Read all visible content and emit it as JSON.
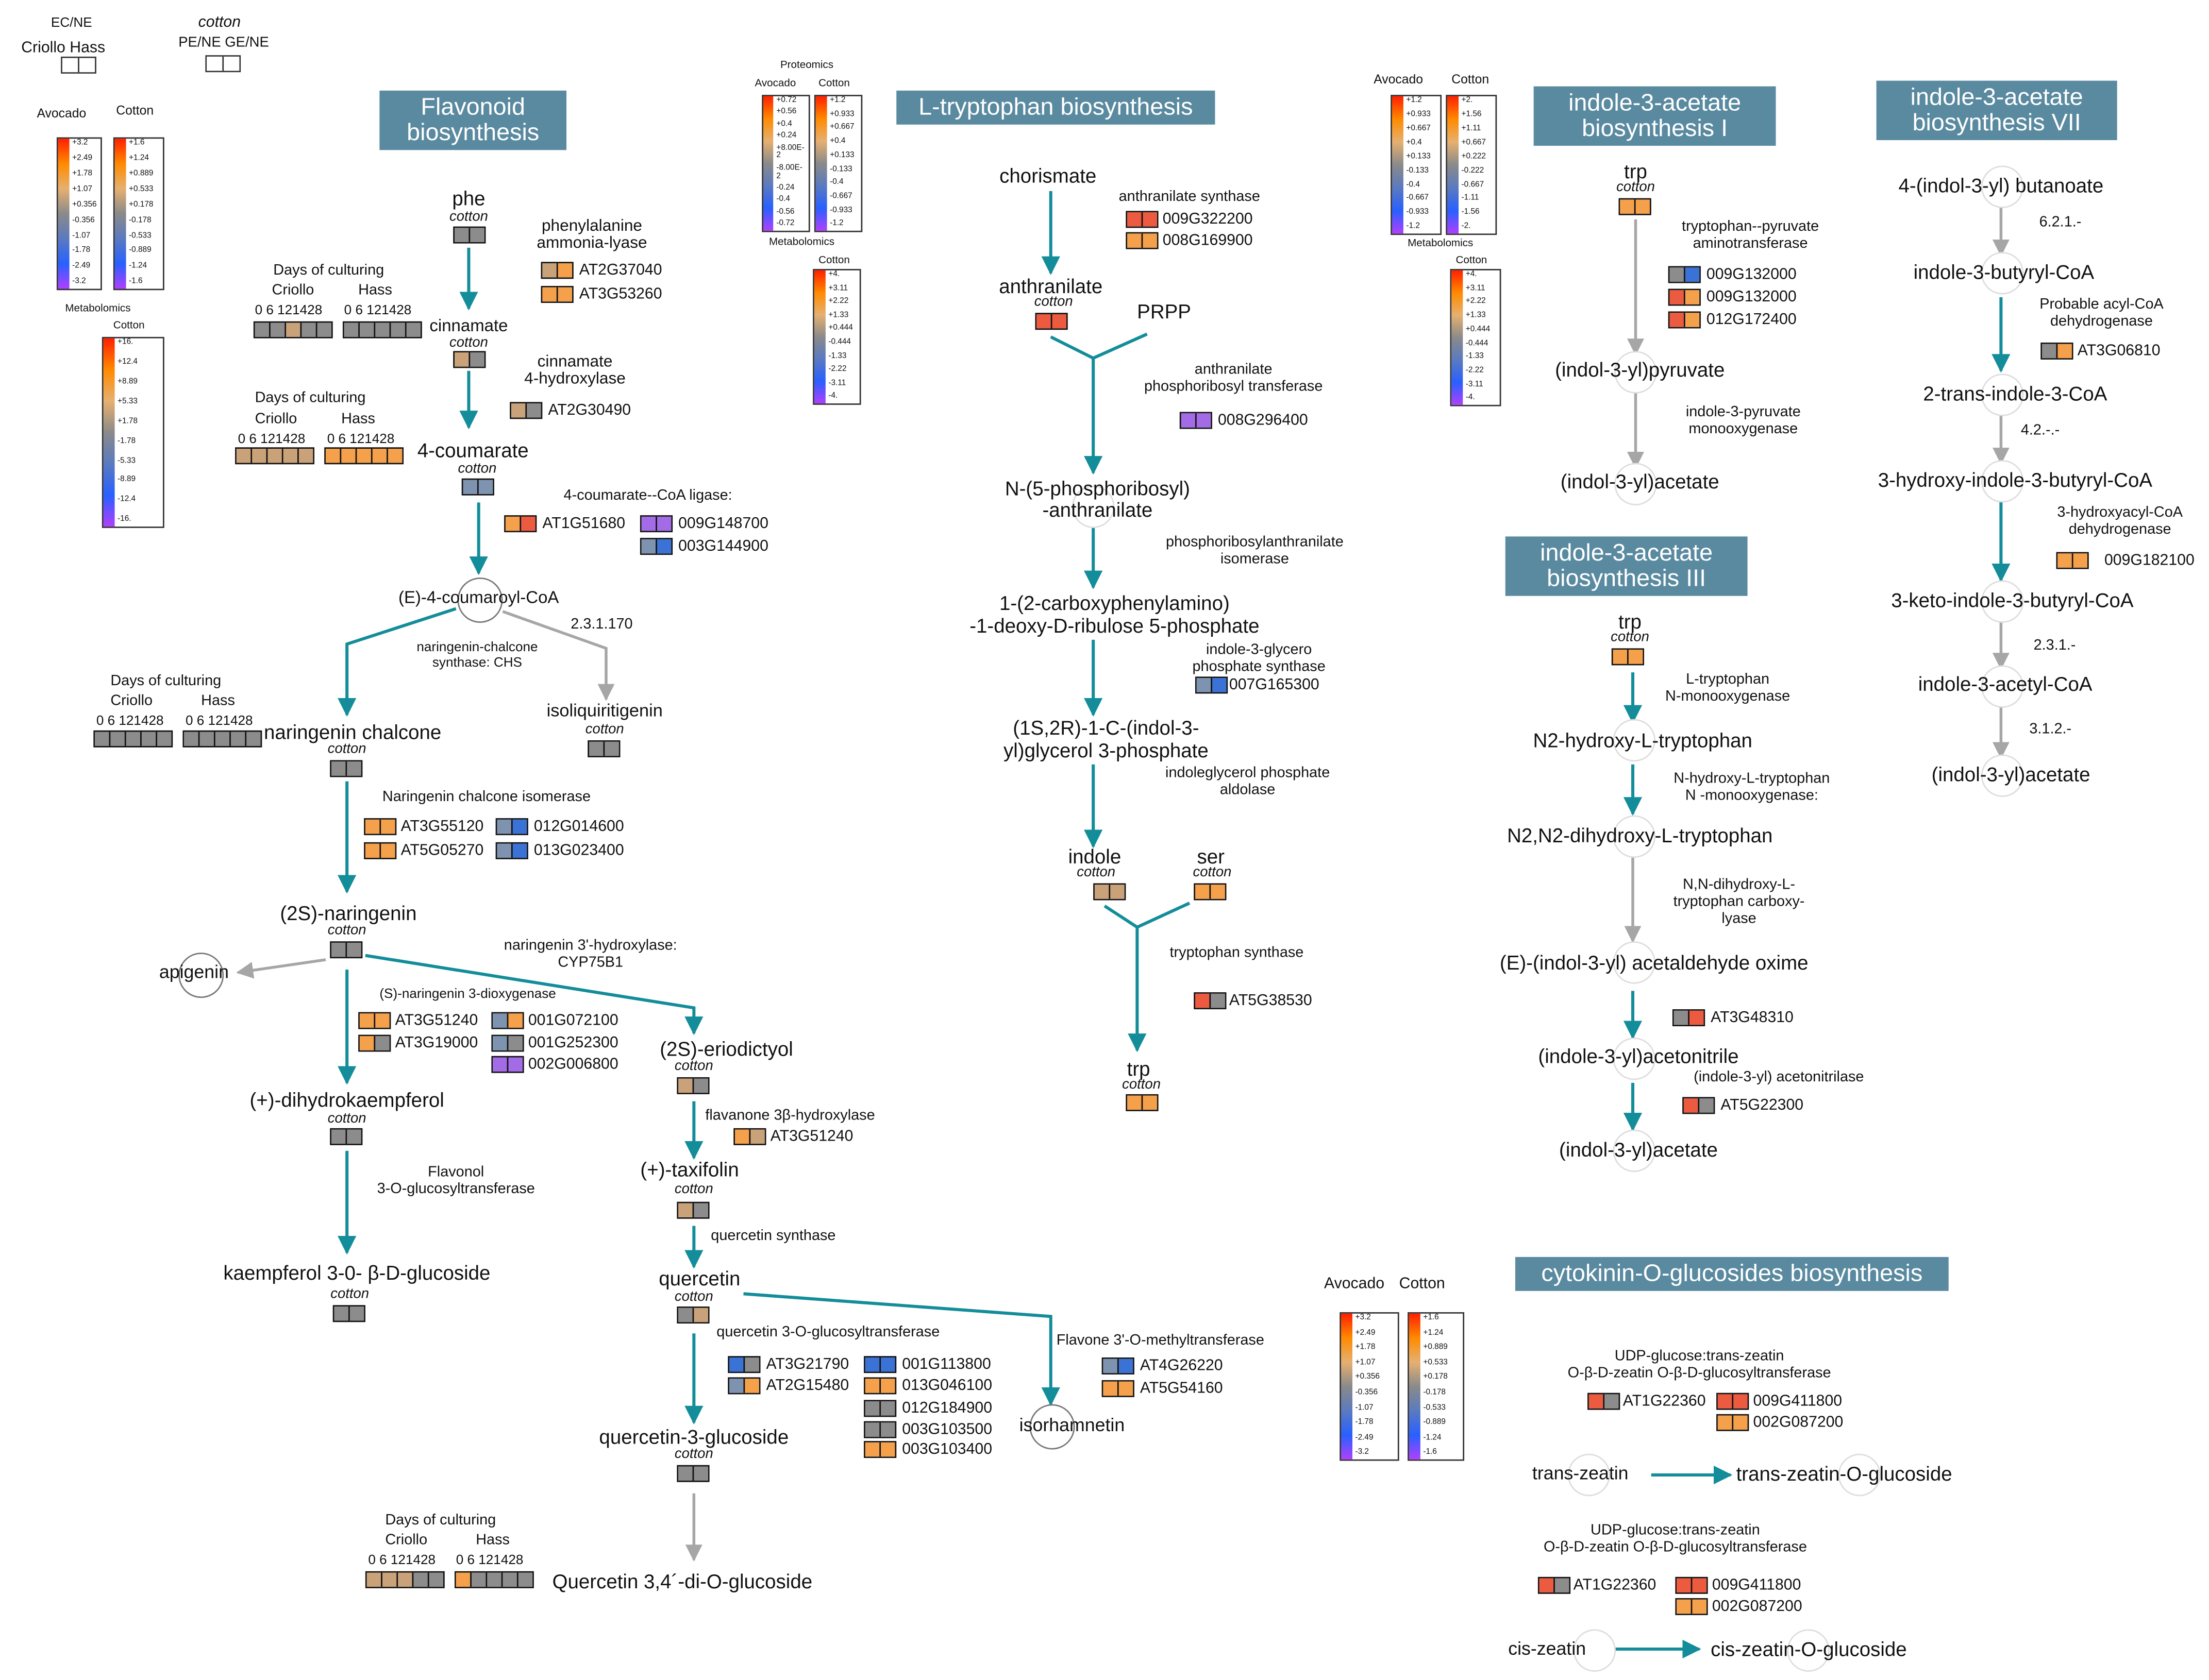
{
  "colors": {
    "arrow_teal": "#138d9a",
    "arrow_gray": "#a6a6a6",
    "title_box": "#5a8aa0",
    "hm_gray": "#8c8c8c",
    "hm_orange": "#f5a04a",
    "hm_tan": "#c9a27a",
    "hm_red": "#ec5a40",
    "hm_blue": "#3a72d6",
    "hm_steel": "#7e93b0",
    "hm_purple": "#a36be6",
    "hm_gray_light": "#b5b5b5"
  },
  "header": {
    "ecne": "EC/NE",
    "criollo_hass": "Criollo  Hass",
    "cotton": "cotton",
    "pene_gene": "PE/NE  GE/NE"
  },
  "legends": {
    "avocado": "Avocado",
    "cotton": "Cotton",
    "metabolomics": "Metabolomics",
    "proteomics": "Proteomics",
    "expr_avocado_values": [
      "+3.2",
      "+2.49",
      "+1.78",
      "+1.07",
      "+0.356",
      "-0.356",
      "-1.07",
      "-1.78",
      "-2.49",
      "-3.2"
    ],
    "expr_cotton_values": [
      "+1.6",
      "+1.24",
      "+0.889",
      "+0.533",
      "+0.178",
      "-0.178",
      "-0.533",
      "-0.889",
      "-1.24",
      "-1.6"
    ],
    "metab_values": [
      "+16.",
      "+12.4",
      "+8.89",
      "+5.33",
      "+1.78",
      "-1.78",
      "-5.33",
      "-8.89",
      "-12.4",
      "-16."
    ],
    "prot_avocado_values": [
      "+0.72",
      "+0.56",
      "+0.4",
      "+0.24",
      "+8.00E-2",
      "-8.00E-2",
      "-0.24",
      "-0.4",
      "-0.56",
      "-0.72"
    ],
    "prot_cotton_values": [
      "+1.2",
      "+0.933",
      "+0.667",
      "+0.4",
      "+0.133",
      "-0.133",
      "-0.4",
      "-0.667",
      "-0.933",
      "-1.2"
    ],
    "prot_metab_values": [
      "+4.",
      "+3.11",
      "+2.22",
      "+1.33",
      "+0.444",
      "-0.444",
      "-1.33",
      "-2.22",
      "-3.11",
      "-4."
    ],
    "ind_avocado_values": [
      "+1.2",
      "+0.933",
      "+0.667",
      "+0.4",
      "+0.133",
      "-0.133",
      "-0.4",
      "-0.667",
      "-0.933",
      "-1.2"
    ],
    "ind_cotton_values": [
      "+2.",
      "+1.56",
      "+1.11",
      "+0.667",
      "+0.222",
      "-0.222",
      "-0.667",
      "-1.11",
      "-1.56",
      "-2."
    ],
    "ind_metab_values": [
      "+4.",
      "+3.11",
      "+2.22",
      "+1.33",
      "+0.444",
      "-0.444",
      "-1.33",
      "-2.22",
      "-3.11",
      "-4."
    ]
  },
  "days_labels": {
    "line1": "Days of  culturing",
    "criollo": "Criollo",
    "hass": "Hass",
    "days": "0 6 121428"
  },
  "cotton_tag": "cotton",
  "titles": {
    "flavonoid": "Flavonoid\nbiosynthesis",
    "trp": "L-tryptophan biosynthesis",
    "iaa1": "indole-3-acetate\nbiosynthesis I",
    "iaa7": "indole-3-acetate\nbiosynthesis VII",
    "iaa3": "indole-3-acetate\nbiosynthesis III",
    "cyto": "cytokinin-O-glucosides biosynthesis"
  },
  "flavonoid": {
    "phe": "phe",
    "pal": "phenylalanine\nammonia-lyase",
    "pal_g1": "AT2G37040",
    "pal_g2": "AT3G53260",
    "cinnamate": "cinnamate",
    "c4h": "cinnamate\n4-hydroxylase",
    "c4h_g1": "AT2G30490",
    "coumarate": "4-coumarate",
    "4cl": "4-coumarate--CoA ligase:",
    "4cl_g1": "AT1G51680",
    "4cl_g2": "009G148700",
    "4cl_g3": "003G144900",
    "coumaroyl": "(E)-4-coumaroyl-CoA",
    "ec": "2.3.1.170",
    "chs": "naringenin-chalcone\nsynthase: CHS",
    "chalcone": "naringenin chalcone",
    "isoliq": "isoliquiritigenin",
    "chi": "Naringenin chalcone isomerase",
    "chi_g1": "AT3G55120",
    "chi_g2": "AT5G05270",
    "chi_g3": "012G014600",
    "chi_g4": "013G023400",
    "naringenin": "(2S)-naringenin",
    "f3h_prime": "naringenin 3'-hydroxylase:\nCYP75B1",
    "apigenin": "apigenin",
    "dioxy": "(S)-naringenin 3-dioxygenase",
    "dioxy_g1": "AT3G51240",
    "dioxy_g2": "AT3G19000",
    "dioxy_g3": "001G072100",
    "dioxy_g4": "001G252300",
    "dioxy_g5": "002G006800",
    "dhk": "(+)-dihydrokaempferol",
    "flavonol_gt": "Flavonol\n3-O-glucosyltransferase",
    "kgluc": "kaempferol 3-0- β-D-glucoside",
    "erio": "(2S)-eriodictyol",
    "f3h": "flavanone 3β-hydroxylase",
    "f3h_g1": "AT3G51240",
    "taxifolin": "(+)-taxifolin",
    "qs": "quercetin synthase",
    "quercetin": "quercetin",
    "q3gt": "quercetin 3-O-glucosyltransferase",
    "q3gt_g1": "AT3G21790",
    "q3gt_g2": "AT2G15480",
    "q3gt_g3": "001G113800",
    "q3gt_g4": "013G046100",
    "q3gt_g5": "012G184900",
    "q3gt_g6": "003G103500",
    "q3gt_g7": "003G103400",
    "fomt": "Flavone 3'-O-methyltransferase",
    "fomt_g1": "AT4G26220",
    "fomt_g2": "AT5G54160",
    "isorhamnetin": "isorhamnetin",
    "q3g": "quercetin-3-glucoside",
    "qdig": "Quercetin 3,4´-di-O-glucoside"
  },
  "trp": {
    "chorismate": "chorismate",
    "as": "anthranilate synthase",
    "as_g1": "009G322200",
    "as_g2": "008G169900",
    "anthranilate": "anthranilate",
    "prpp": "PRPP",
    "prt": "anthranilate\nphosphoribosyl transferase",
    "prt_g1": "008G296400",
    "npa": "N-(5-phosphoribosyl)\n-anthranilate",
    "pai": "phosphoribosylanthranilate\nisomerase",
    "cdrp": "1-(2-carboxyphenylamino)\n-1-deoxy-D-ribulose 5-phosphate",
    "igps": "indole-3-glycero\nphosphate synthase",
    "igps_g1": "007G165300",
    "igp": "(1S,2R)-1-C-(indol-3-\nyl)glycerol 3-phosphate",
    "iga": "indoleglycerol phosphate\naldolase",
    "indole": "indole",
    "ser": "ser",
    "ts": "tryptophan synthase",
    "ts_g1": "AT5G38530",
    "trp": "trp"
  },
  "iaa1": {
    "trp": "trp",
    "tat": "tryptophan--pyruvate\naminotransferase",
    "tat_g1": "009G132000",
    "tat_g2": "009G132000",
    "tat_g3": "012G172400",
    "ipa": "(indol-3-yl)pyruvate",
    "ipm": "indole-3-pyruvate\nmonooxygenase",
    "iaa": "(indol-3-yl)acetate"
  },
  "iaa7": {
    "iba": "4-(indol-3-yl) butanoate",
    "ec1": "6.2.1.-",
    "ibacoa": "indole-3-butyryl-CoA",
    "acd": "Probable acyl-CoA\ndehydrogenase",
    "acd_g1": "AT3G06810",
    "trans": "2-trans-indole-3-CoA",
    "ec2": "4.2.-.-",
    "hydroxy": "3-hydroxy-indole-3-butyryl-CoA",
    "hcd": "3-hydroxyacyl-CoA\ndehydrogenase",
    "hcd_g1": "009G182100",
    "keto": "3-keto-indole-3-butyryl-CoA",
    "ec3": "2.3.1.-",
    "acetylcoa": "indole-3-acetyl-CoA",
    "ec4": "3.1.2.-",
    "iaa": "(indol-3-yl)acetate"
  },
  "iaa3": {
    "trp": "trp",
    "tmo": "L-tryptophan\nN-monooxygenase",
    "n2h": "N2-hydroxy-L-tryptophan",
    "nhtm": "N-hydroxy-L-tryptophan\nN -monooxygenase:",
    "n2n2": "N2,N2-dihydroxy-L-tryptophan",
    "nndl": "N,N-dihydroxy-L-\ntryptophan carboxy-\nlyase",
    "oxime": "(E)-(indol-3-yl) acetaldehyde oxime",
    "oxime_g1": "AT3G48310",
    "ian": "(indole-3-yl)acetonitrile",
    "nit": "(indole-3-yl) acetonitrilase",
    "nit_g1": "AT5G22300",
    "iaa": "(indol-3-yl)acetate"
  },
  "cyto": {
    "ugt1": "UDP-glucose:trans-zeatin\nO-β-D-zeatin O-β-D-glucosyltransferase",
    "ugt1_g1": "AT1G22360",
    "ugt1_g2": "009G411800",
    "ugt1_g3": "002G087200",
    "tz": "trans-zeatin",
    "tzog": "trans-zeatin-O-glucoside",
    "ugt2": "UDP-glucose:trans-zeatin\nO-β-D-zeatin O-β-D-glucosyltransferase",
    "ugt2_g1": "AT1G22360",
    "ugt2_g2": "009G411800",
    "ugt2_g3": "002G087200",
    "cz": "cis-zeatin",
    "czog": "cis-zeatin-O-glucoside"
  }
}
